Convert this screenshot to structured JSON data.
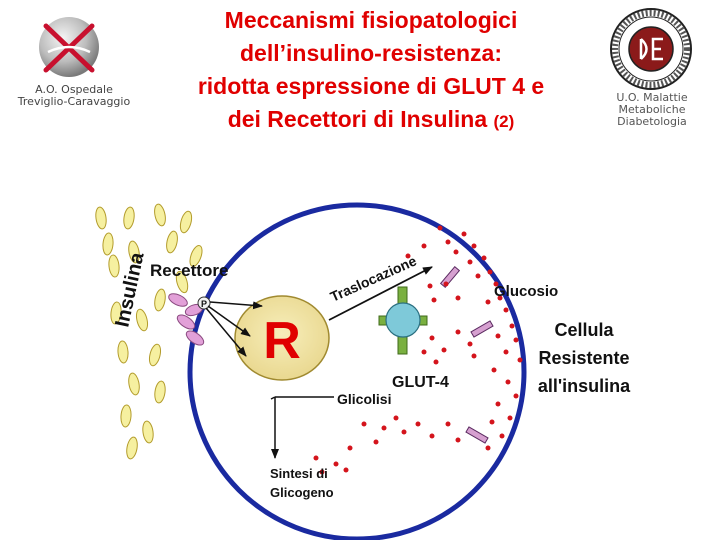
{
  "title": {
    "lines": [
      "Meccanismi fisiopatologici",
      "dell’insulino-resistenza:",
      "ridotta espressione di GLUT 4 e",
      "dei Recettori di Insulina"
    ],
    "suffix": "(2)"
  },
  "org_left": {
    "line1": "A.O. Ospedale",
    "line2": "Treviglio-Caravaggio"
  },
  "org_right": {
    "line1": "U.O. Malattie",
    "line2": "Metaboliche",
    "line3": "Diabetologia"
  },
  "diagram": {
    "insulina": "Insulina",
    "recettore": "Recettore",
    "p_marker": "P",
    "r_marker": "R",
    "traslocazione": "Traslocazione",
    "glucosio": "Glucosio",
    "glut4": "GLUT-4",
    "glicolisi": "Glicolisi",
    "sintesi_line1": "Sintesi di",
    "sintesi_line2": "Glicogeno",
    "cellula_line1": "Cellula",
    "cellula_line2": "Resistente",
    "cellula_line3": "all'insulina"
  },
  "colors": {
    "title": "#e00000",
    "cell_membrane": "#1a2aa0",
    "nucleus_fill": "#f2e6a8",
    "glut4_body": "#7ec9d9",
    "glut4_arms": "#7ab040",
    "insulin_ellipse": "#f6f0a0",
    "glucose_dot": "#d4141c",
    "receptor": "#e2a0d8"
  }
}
